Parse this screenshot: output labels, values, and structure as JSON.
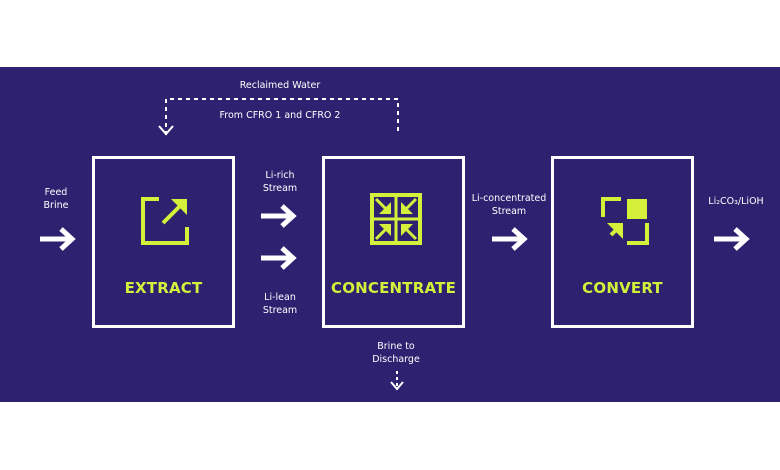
{
  "colors": {
    "background": "#2e2270",
    "accent": "#d4f03a",
    "line": "#ffffff"
  },
  "top_loop": {
    "line1": "Reclaimed Water",
    "line2": "From CFRO 1 and CFRO 2"
  },
  "inputs": {
    "feed_line1": "Feed",
    "feed_line2": "Brine"
  },
  "streams": {
    "li_rich_line1": "Li-rich",
    "li_rich_line2": "Stream",
    "li_lean_line1": "Li-lean",
    "li_lean_line2": "Stream",
    "li_conc_line1": "Li-concentrated",
    "li_conc_line2": "Stream",
    "output": "Li₂CO₃/LiOH",
    "brine_line1": "Brine to",
    "brine_line2": "Discharge"
  },
  "steps": [
    {
      "label": "EXTRACT",
      "icon": "expand-icon"
    },
    {
      "label": "CONCENTRATE",
      "icon": "compress-icon"
    },
    {
      "label": "CONVERT",
      "icon": "convert-icon"
    }
  ]
}
